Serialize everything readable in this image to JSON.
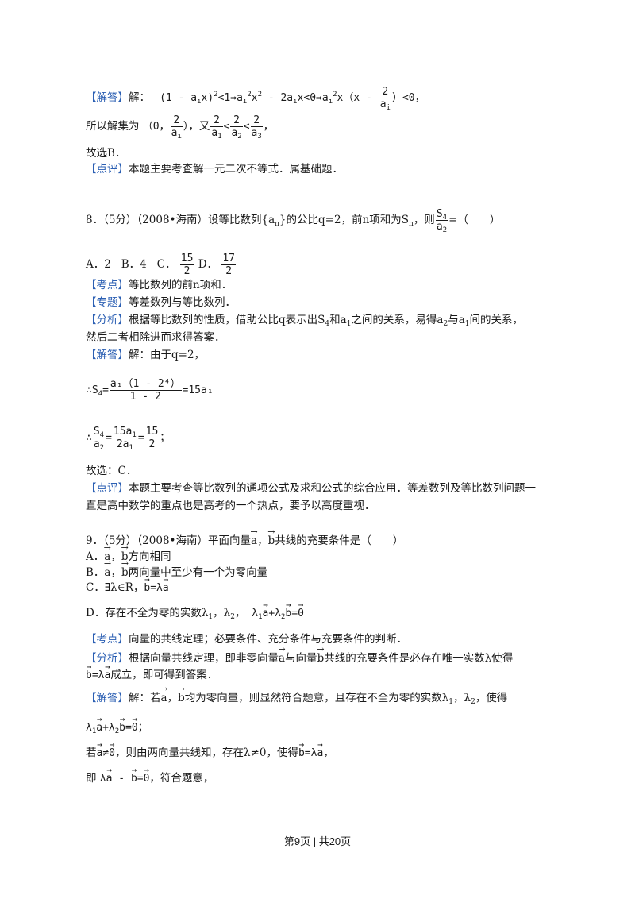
{
  "labels": {
    "jieda": "【解答】",
    "dianping": "【点评】",
    "kaodian": "【考点】",
    "zhuanti": "【专题】",
    "fenxi": "【分析】"
  },
  "prev": {
    "jie": "解：",
    "solution_set": "所以解集为",
    "you": "，又",
    "choose": "故选B．",
    "review": "本题主要考查解一元二次不等式．属基础题．"
  },
  "q8": {
    "header": "8．（5分）（2008•海南）设等比数列{a",
    "header_sub_n": "n",
    "header_mid": "}的公比q=2，前n项和为S",
    "header_mid_sub": "n",
    "header_end": "，则",
    "paren": "=（　　）",
    "options": [
      "A．2",
      "B．4",
      "C．",
      "D．"
    ],
    "opt_c": [
      "15",
      "2"
    ],
    "opt_d": [
      "17",
      "2"
    ],
    "kaodian": "等比数列的前n项和．",
    "zhuanti": "等差数列与等比数列．",
    "fenxi_1a": "根据等比数列的性质，借助公比q表示出S",
    "fenxi_1b": "和a",
    "fenxi_1c": "之间的关系，易得a",
    "fenxi_1d": "与a",
    "fenxi_1e": "间的关系，",
    "fenxi_2": "然后二者相除进而求得答案．",
    "jie": "解：由于q=2，",
    "eq1_num": "a₁（1 - 2⁴）",
    "eq1_den": "1 - 2",
    "eq1_rhs": "=15a₁",
    "eq2_rhs": "15",
    "choose": "故选：C．",
    "review_1": "本题主要考查等比数列的通项公式及求和公式的综合应用．等差数列及等比数列问题一",
    "review_2": "直是高中数学的重点也是高考的一个热点，要予以高度重视．"
  },
  "q9": {
    "header_a": "9．（5分）（2008•海南）平面向量",
    "header_b": "共线的充要条件是（　　）",
    "opt_a_prefix": "A．",
    "opt_a_text": "方向相同",
    "opt_b_prefix": "B．",
    "opt_b_text": "两向量中至少有一个为零向量",
    "opt_c_text": "C．∃λ∈R，",
    "opt_d_text": "D．存在不全为零的实数λ",
    "kaodian": "向量的共线定理；必要条件、充分条件与充要条件的判断．",
    "fenxi_1a": "根据向量共线定理，即非零向量",
    "fenxi_1b": "与向量",
    "fenxi_1c": "共线的充要条件是必存在唯一实数λ使得",
    "fenxi_2": "成立，即可得到答案．",
    "jie_a": "解：若",
    "jie_b": "均为零向量，则显然符合题意，且存在不全为零的实数λ",
    "jie_c": "，使得",
    "ruo": "若",
    "ruo_b": "，则由两向量共线知，存在λ≠0，使得",
    "ji": "即",
    "ji_end": "，符合题意，"
  },
  "footer": {
    "page": "第9页",
    "sep": "|",
    "total": "共20页"
  }
}
